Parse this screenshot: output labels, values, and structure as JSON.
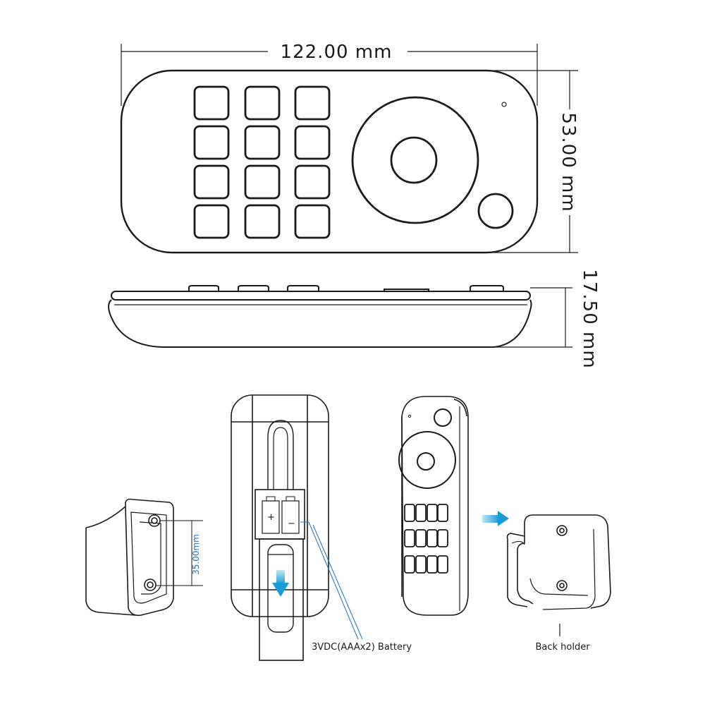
{
  "dimensions": {
    "width": "122.00 mm",
    "height": "53.00 mm",
    "depth": "17.50 mm",
    "mount_spacing": "35.00mm"
  },
  "labels": {
    "battery": "3VDC(AAAx2) Battery",
    "back_holder": "Back holder",
    "plus": "+",
    "minus": "−"
  },
  "colors": {
    "line": "#1a1a1a",
    "accent_blue": "#1a73b8",
    "arrow_blue": "#33aadd"
  }
}
